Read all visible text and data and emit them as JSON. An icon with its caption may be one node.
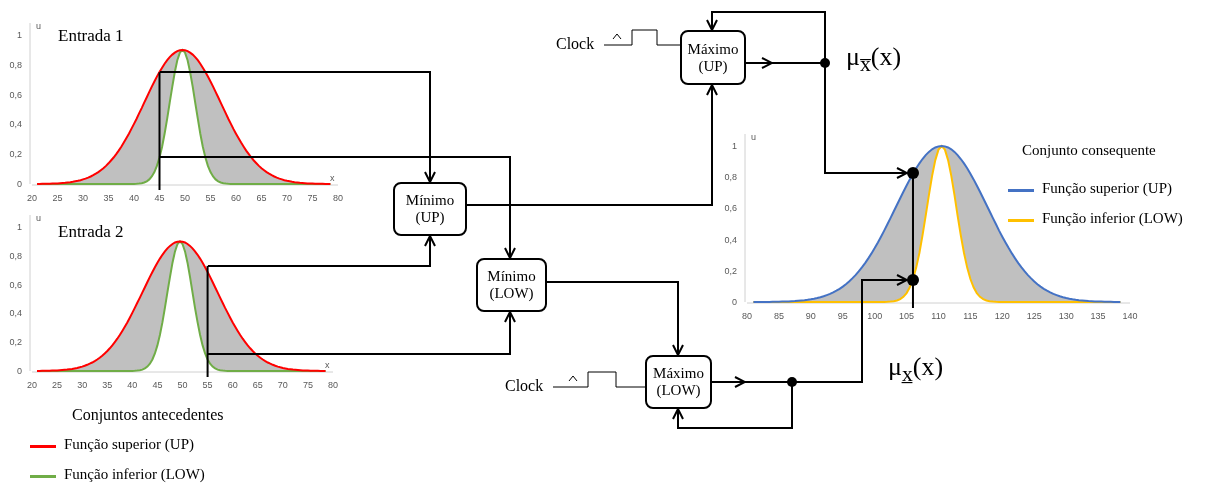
{
  "diagram": {
    "nodes": [
      {
        "text": [
          "Entrada 1"
        ]
      },
      {
        "text": [
          "Entrada 2"
        ]
      },
      {
        "text": [
          "Mínimo (UP)"
        ]
      },
      {
        "text": [
          "Mínimo (LOW)"
        ]
      },
      {
        "text": [
          "Clock"
        ]
      },
      {
        "text": [
          "Máximo (UP)"
        ]
      },
      {
        "text": [
          "Clock"
        ]
      },
      {
        "text": [
          "Máximo (LOW)"
        ]
      },
      {
        "text": [],
        "shape": "picture"
      },
      {
        "text": [],
        "shape": "circle",
        "in": 8
      },
      {
        "text": [],
        "shape": "circle",
        "in": 8
      }
    ],
    "edges": [
      {
        "from": 0,
        "to": 2,
        "arrow": "to"
      },
      {
        "from": 0,
        "to": 3,
        "arrow": "to"
      },
      {
        "from": 1,
        "to": 2,
        "arrow": "to"
      },
      {
        "from": 1,
        "to": 3,
        "arrow": "to"
      },
      {
        "from": 2,
        "to": 5,
        "arrow": "to"
      },
      {
        "from": 3,
        "to": 7,
        "arrow": "to"
      },
      {
        "from": 4,
        "to": 5,
        "arrow": "none"
      },
      {
        "from": 6,
        "to": 7,
        "arrow": "none"
      },
      {
        "from": 5,
        "to": 9,
        "arrow": "to"
      },
      {
        "from": 5,
        "to": 5,
        "arrow": "to"
      },
      {
        "from": 7,
        "to": 10,
        "arrow": "to"
      },
      {
        "from": 7,
        "to": 7,
        "arrow": "to"
      },
      {
        "from": 10,
        "to": 9,
        "arrow": "none"
      }
    ],
    "labels": [
      "u",
      "1",
      "0,8",
      "0,6",
      "0,4",
      "0,2",
      "0",
      "x",
      "20",
      "25",
      "30",
      "35",
      "40",
      "45",
      "50",
      "55",
      "60",
      "65",
      "70",
      "75",
      "80",
      "u",
      "1",
      "0,8",
      "0,6",
      "0,4",
      "0,2",
      "0",
      "x",
      "20",
      "25",
      "30",
      "35",
      "40",
      "45",
      "50",
      "55",
      "60",
      "65",
      "70",
      "75",
      "80",
      "Conjuntos antecedentes",
      "μ$_{x̅}$(x)",
      "μ$_{x̲}$(x)",
      "u",
      "1",
      "0,8",
      "0,6",
      "0,4",
      "0,2",
      "0",
      "80",
      "85",
      "90",
      "95",
      "100",
      "105",
      "110",
      "115",
      "120",
      "125",
      "130",
      "135",
      "140",
      "Conjunto consequente"
    ],
    "legend": [
      {
        "text": "Função superior (UP)",
        "color": "#ff0000"
      },
      {
        "text": "Função inferior (LOW)",
        "color": "#70ad47"
      },
      {
        "text": "Função superior (UP)",
        "color": "#4472c4"
      },
      {
        "text": "Função inferior (LOW)",
        "color": "#ffc000"
      }
    ]
  }
}
